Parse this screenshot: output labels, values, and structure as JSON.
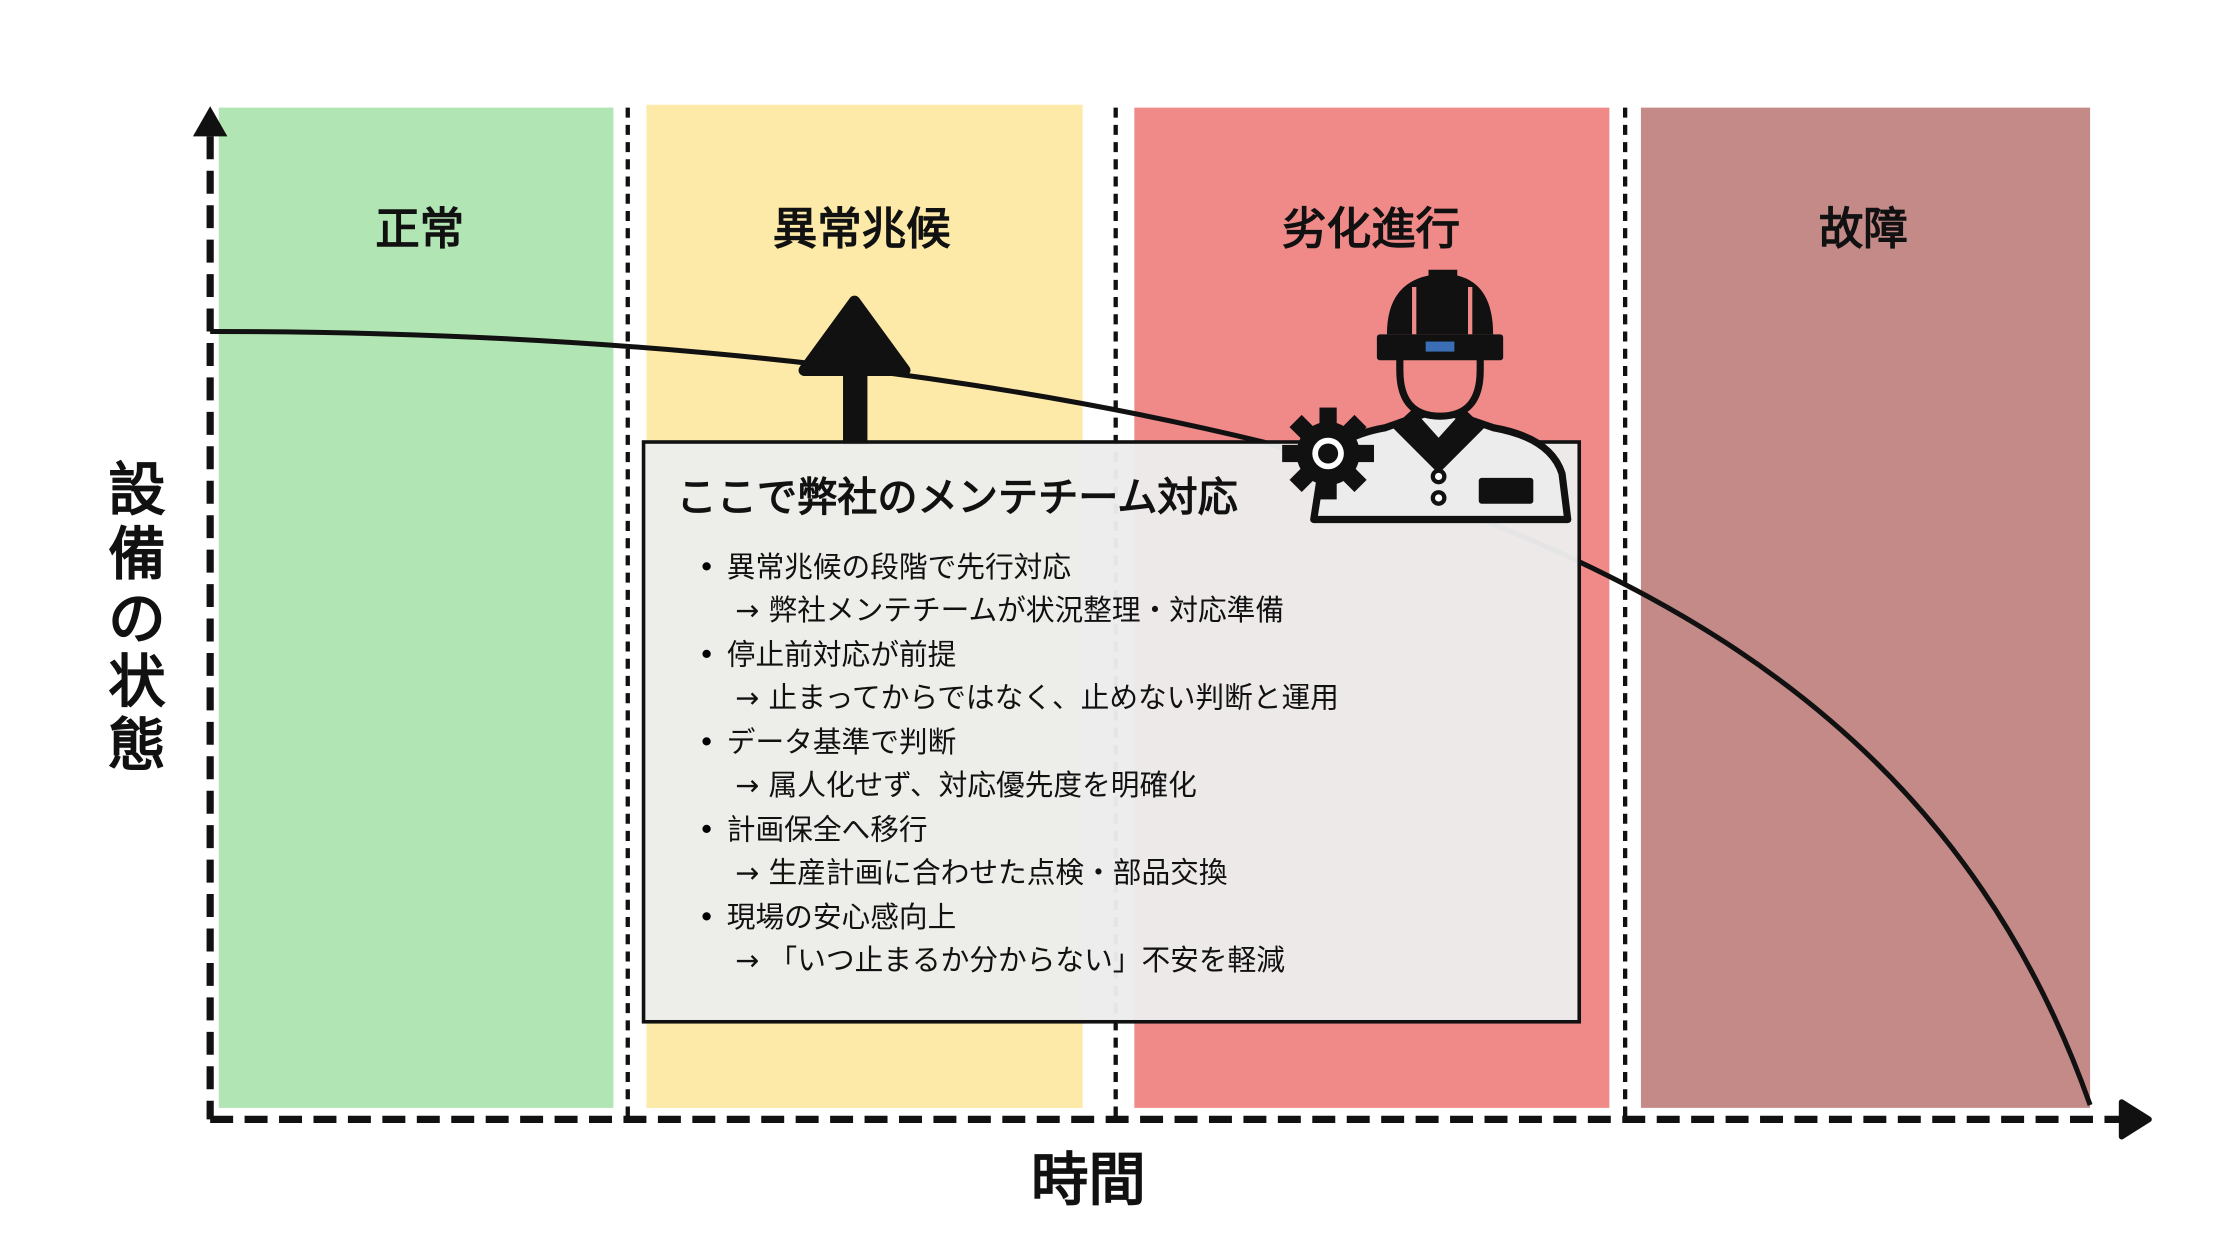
{
  "zones": [
    {
      "label": "正常",
      "color": "#b1e5b3"
    },
    {
      "label": "異常兆候",
      "color": "#fdeaa8"
    },
    {
      "label": "劣化進行",
      "color": "#ef8a89"
    },
    {
      "label": "故障",
      "color": "#c48a88"
    }
  ],
  "axes": {
    "y_label": [
      "設",
      "備",
      "の",
      "状",
      "態"
    ],
    "x_label": "時間"
  },
  "callout": {
    "title": "ここで弊社のメンテチーム対応",
    "items": [
      {
        "bullet": "異常兆候の段階で先行対応",
        "detail": "→  弊社メンテチームが状況整理・対応準備"
      },
      {
        "bullet": "停止前対応が前提",
        "detail": "→  止まってからではなく、止めない判断と運用"
      },
      {
        "bullet": "データ基準で判断",
        "detail": "→  属人化せず、対応優先度を明確化"
      },
      {
        "bullet": "計画保全へ移行",
        "detail": "→  生産計画に合わせた点検・部品交換"
      },
      {
        "bullet": "現場の安心感向上",
        "detail": "→  「いつ止まるか分からない」不安を軽減"
      }
    ]
  },
  "icons": [
    "up-arrow-icon",
    "maintenance-worker-icon",
    "gear-icon"
  ]
}
